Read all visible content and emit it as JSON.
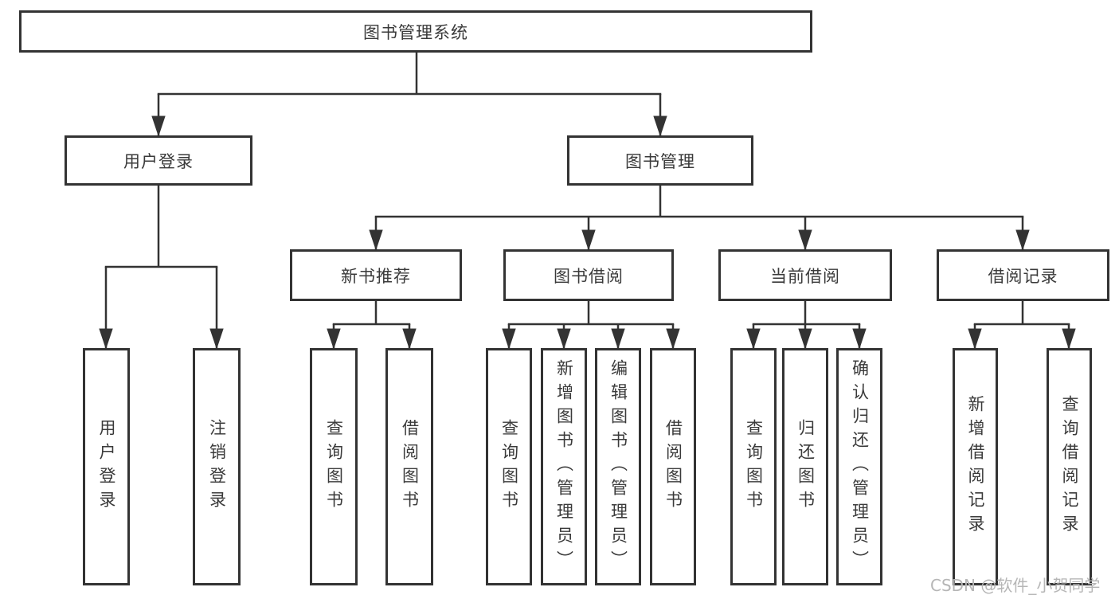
{
  "watermark": "CSDN @软件_小贺同学",
  "colors": {
    "line": "#333333",
    "text": "#3a3a3a",
    "watermark": "#b6b6b6",
    "background": "#ffffff"
  },
  "tree": {
    "root": {
      "label": "图书管理系统"
    },
    "branches": [
      {
        "label": "用户登录",
        "children": [
          {
            "label": "用户登录"
          },
          {
            "label": "注销登录"
          }
        ]
      },
      {
        "label": "图书管理",
        "children": [
          {
            "label": "新书推荐",
            "children": [
              {
                "label": "查询图书"
              },
              {
                "label": "借阅图书"
              }
            ]
          },
          {
            "label": "图书借阅",
            "children": [
              {
                "label": "查询图书"
              },
              {
                "label": "新增图书（管理员）"
              },
              {
                "label": "编辑图书（管理员）"
              },
              {
                "label": "借阅图书"
              }
            ]
          },
          {
            "label": "当前借阅",
            "children": [
              {
                "label": "查询图书"
              },
              {
                "label": "归还图书"
              },
              {
                "label": "确认归还（管理员）"
              }
            ]
          },
          {
            "label": "借阅记录",
            "children": [
              {
                "label": "新增借阅记录"
              },
              {
                "label": "查询借阅记录"
              }
            ]
          }
        ]
      }
    ]
  }
}
